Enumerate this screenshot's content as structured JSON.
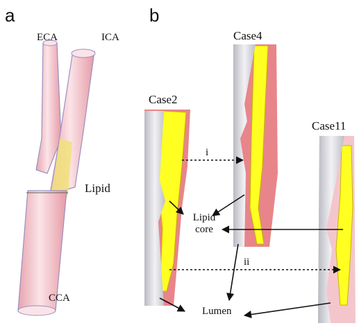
{
  "panel_a": {
    "letter": "a",
    "labels": {
      "eca": "ECA",
      "ica": "ICA",
      "lipid": "Lipid",
      "cca": "CCA"
    }
  },
  "panel_b": {
    "letter": "b",
    "cases": [
      {
        "name": "Case2"
      },
      {
        "name": "Case4"
      },
      {
        "name": "Case11"
      }
    ],
    "markers": {
      "i": "i",
      "ii": "ii"
    },
    "annotations": {
      "lipid_core_line1": "Lipid",
      "lipid_core_line2": "core",
      "lumen": "Lumen"
    }
  },
  "colors": {
    "vessel_wall": "#e8858a",
    "vessel_light": "#f4c6cc",
    "lumen": "#d9d9de",
    "lipid": "#ffff22",
    "lipid_edge": "#c8b400",
    "outline": "#8a8ab8"
  }
}
